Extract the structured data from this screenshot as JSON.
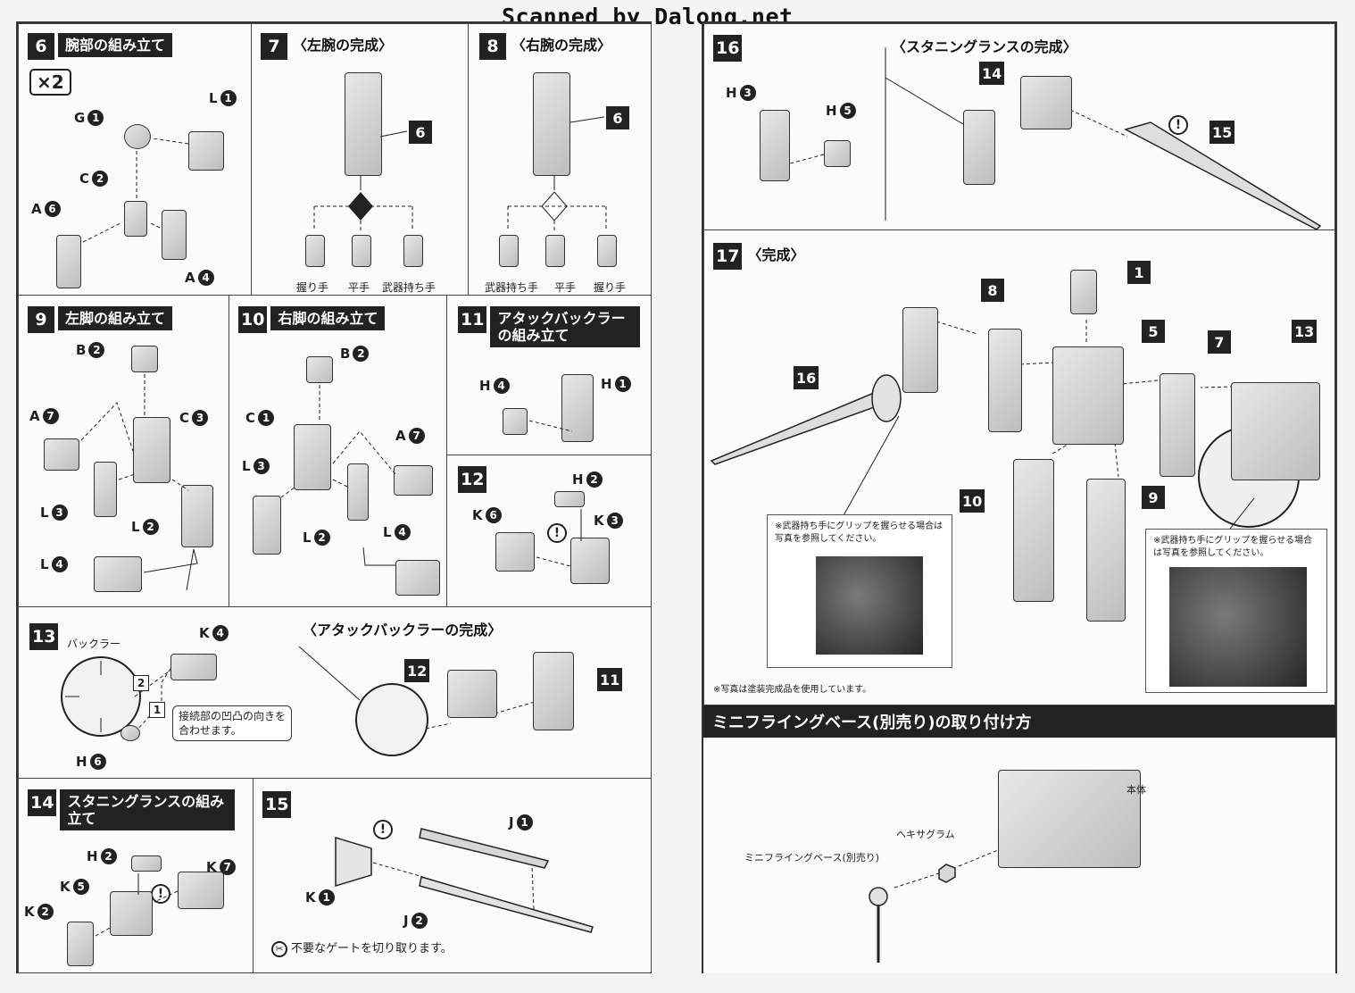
{
  "watermark": "Scanned by Dalong.net",
  "steps": {
    "s6": {
      "num": "6",
      "title": "腕部の組み立て",
      "multiplier": "×2"
    },
    "s7": {
      "num": "7",
      "title": "〈左腕の完成〉"
    },
    "s8": {
      "num": "8",
      "title": "〈右腕の完成〉"
    },
    "s9": {
      "num": "9",
      "title": "左脚の組み立て"
    },
    "s10": {
      "num": "10",
      "title": "右脚の組み立て"
    },
    "s11": {
      "num": "11",
      "title": "アタックバックラーの組み立て"
    },
    "s12": {
      "num": "12"
    },
    "s13": {
      "num": "13",
      "sub_title": "〈アタックバックラーの完成〉"
    },
    "s14": {
      "num": "14",
      "title": "スタニングランスの組み立て"
    },
    "s15": {
      "num": "15"
    },
    "s16": {
      "num": "16",
      "sub_title": "〈スタニングランスの完成〉"
    },
    "s17": {
      "num": "17",
      "title": "〈完成〉"
    }
  },
  "part_labels": {
    "s6": [
      {
        "l": "L",
        "n": "1"
      },
      {
        "l": "G",
        "n": "1"
      },
      {
        "l": "C",
        "n": "2"
      },
      {
        "l": "A",
        "n": "6"
      },
      {
        "l": "A",
        "n": "4"
      }
    ],
    "s9": [
      {
        "l": "B",
        "n": "2"
      },
      {
        "l": "A",
        "n": "7"
      },
      {
        "l": "C",
        "n": "3"
      },
      {
        "l": "L",
        "n": "3"
      },
      {
        "l": "L",
        "n": "2"
      },
      {
        "l": "L",
        "n": "4"
      }
    ],
    "s10": [
      {
        "l": "B",
        "n": "2"
      },
      {
        "l": "C",
        "n": "1"
      },
      {
        "l": "A",
        "n": "7"
      },
      {
        "l": "L",
        "n": "3"
      },
      {
        "l": "L",
        "n": "2"
      },
      {
        "l": "L",
        "n": "4"
      }
    ],
    "s11": [
      {
        "l": "H",
        "n": "4"
      },
      {
        "l": "H",
        "n": "1"
      }
    ],
    "s12": [
      {
        "l": "H",
        "n": "2"
      },
      {
        "l": "K",
        "n": "6"
      },
      {
        "l": "K",
        "n": "3"
      }
    ],
    "s13": [
      {
        "l": "K",
        "n": "4"
      },
      {
        "l": "H",
        "n": "6"
      }
    ],
    "s14": [
      {
        "l": "H",
        "n": "2"
      },
      {
        "l": "K",
        "n": "7"
      },
      {
        "l": "K",
        "n": "5"
      },
      {
        "l": "K",
        "n": "2"
      }
    ],
    "s15": [
      {
        "l": "J",
        "n": "1"
      },
      {
        "l": "K",
        "n": "1"
      },
      {
        "l": "J",
        "n": "2"
      }
    ],
    "s16": [
      {
        "l": "H",
        "n": "3"
      },
      {
        "l": "H",
        "n": "5"
      }
    ]
  },
  "step_refs": {
    "s7": "6",
    "s8": "6",
    "s13a": "12",
    "s13b": "11",
    "s16a": "14",
    "s16b": "15",
    "s17": [
      "8",
      "1",
      "5",
      "7",
      "13",
      "16",
      "10",
      "9"
    ]
  },
  "hands": {
    "s7": [
      "握り手",
      "平手",
      "武器持ち手"
    ],
    "s8": [
      "武器持ち手",
      "平手",
      "握り手"
    ]
  },
  "s13_texts": {
    "buckler": "バックラー",
    "step1": "1",
    "step2": "2",
    "hint": "接続部の凹凸の向きを合わせます。"
  },
  "s15_note": "不要なゲートを切り取ります。",
  "s17_notes": {
    "left": "※武器持ち手にグリップを握らせる場合は写真を参照してください。",
    "right": "※武器持ち手にグリップを握らせる場合は写真を参照してください。",
    "footer": "※写真は塗装完成品を使用しています。"
  },
  "base_section": {
    "title": "ミニフライングベース(別売り)の取り付け方",
    "body_label": "本体",
    "hex_label": "ヘキサグラム",
    "base_label": "ミニフライングベース(別売り)"
  },
  "colors": {
    "ink": "#1e1e1e",
    "paper": "#fbfbfb",
    "bg": "#f4f4f4"
  }
}
